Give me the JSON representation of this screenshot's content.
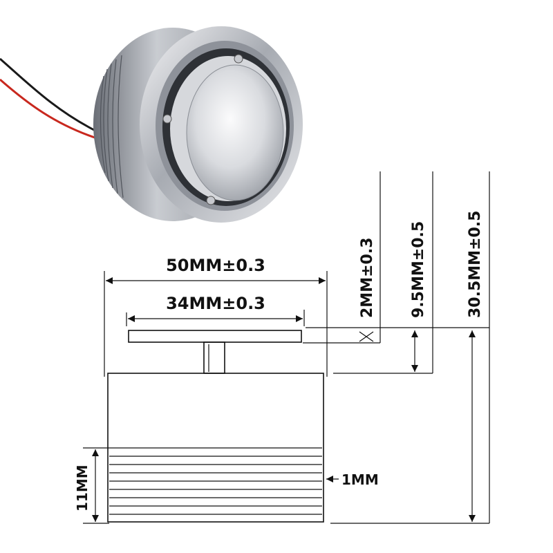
{
  "dimensions": {
    "outer_diameter": "50MM±0.3",
    "plate_diameter": "34MM±0.3",
    "plate_thickness": "2MM±0.3",
    "plate_to_body": "9.5MM±0.5",
    "total_height": "30.5MM±0.5",
    "thread_height": "11MM",
    "thread_pitch": "1MM"
  },
  "colors": {
    "line": "#111111",
    "metal_light": "#f2f2f4",
    "metal_mid": "#b9bcc2",
    "metal_dark": "#5c6068",
    "wire_red": "#c8281e",
    "wire_black": "#1a1a1a"
  },
  "icons": {
    "product": "exciter-speaker-photo"
  }
}
